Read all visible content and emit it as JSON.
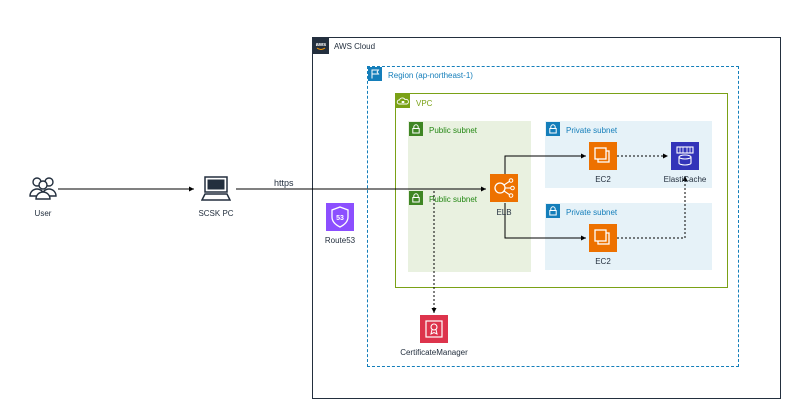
{
  "groups": {
    "aws_cloud": "AWS Cloud",
    "region": "Region (ap-northeast-1)",
    "vpc": "VPC",
    "public_subnet_1": "Public subnet",
    "public_subnet_2": "Public subnet",
    "private_subnet_1": "Private subnet",
    "private_subnet_2": "Private subnet"
  },
  "nodes": {
    "user": "User",
    "pc": "SCSK PC",
    "route53": "Route53",
    "route53_badge": "53",
    "elb": "ELB",
    "ec2_1": "EC2",
    "ec2_2": "EC2",
    "elasticache": "ElastiCache",
    "cert": "CertificateManager"
  },
  "edges": {
    "https": "https"
  },
  "colors": {
    "aws_cloud": "#232f3e",
    "region": "#147eba",
    "vpc": "#7aa116",
    "public_subnet_fill": "#e9f1e0",
    "public_subnet_icon": "#3f8624",
    "public_subnet_text": "#248814",
    "private_subnet_fill": "#e6f2f8",
    "private_subnet_icon": "#147eba",
    "compute": "#ed7100",
    "database": "#3334b9",
    "networking": "#8c4fff",
    "security": "#dd344c"
  },
  "icons": {
    "user": "users-icon",
    "pc": "client-pc-icon",
    "route53": "route53-icon",
    "elb": "elastic-load-balancer-icon",
    "ec2": "ec2-instance-icon",
    "elasticache": "elasticache-icon",
    "cert": "certificate-manager-icon"
  }
}
